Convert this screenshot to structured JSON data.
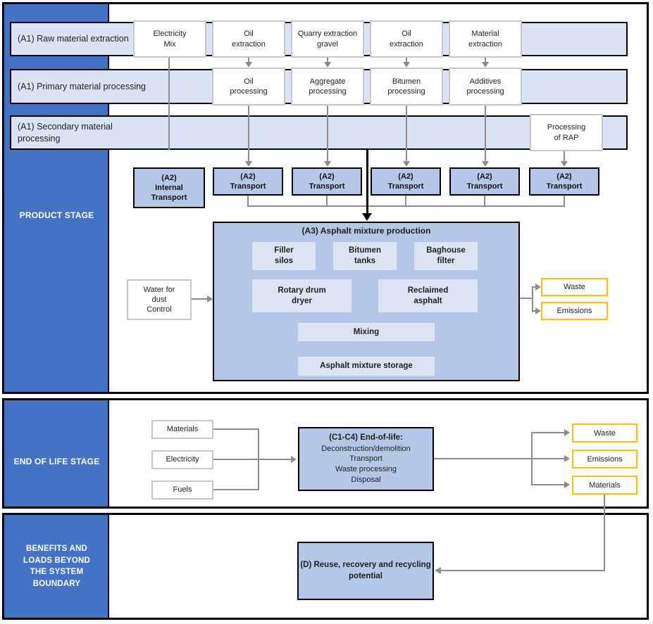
{
  "theme": {
    "sidebar_blue": "#4472C4",
    "band_light_blue": "#DAE3F3",
    "process_box_blue": "#B4C7E7",
    "inner_unit_blue": "#DCE4F4",
    "output_border_yellow": "#FFC000",
    "connector_gray": "#8c8c8c",
    "border_black": "#000000"
  },
  "product": {
    "sidebar_label": "PRODUCT STAGE",
    "rows": [
      {
        "label": "(A1) Raw material extraction",
        "boxes": [
          "Electricity\nMix",
          "Oil\nextraction",
          "Quarry extraction\ngravel",
          "Oil\nextraction",
          "Material\nextraction"
        ]
      },
      {
        "label": "(A1) Primary material processing",
        "boxes": [
          "Oil\nprocessing",
          "Aggregate\nprocessing",
          "Bitumen\nprocessing",
          "Additives\nprocessing"
        ]
      },
      {
        "label": "(A1) Secondary material processing",
        "boxes": [
          "Processing\nof RAP"
        ]
      }
    ],
    "transport_boxes": [
      "(A2)\nInternal\nTransport",
      "(A2)\nTransport",
      "(A2)\nTransport",
      "(A2)\nTransport",
      "(A2)\nTransport",
      "(A2)\nTransport"
    ],
    "a3": {
      "title": "(A3) Asphalt mixture production",
      "units": [
        "Filler\nsilos",
        "Bitumen\ntanks",
        "Baghouse\nfilter",
        "Rotary drum\ndryer",
        "Reclaimed\nasphalt",
        "Mixing",
        "Asphalt mixture storage"
      ]
    },
    "water_box": "Water for\ndust\nControl",
    "outputs": [
      "Waste",
      "Emissions"
    ]
  },
  "end_of_life": {
    "sidebar_label": "END OF LIFE STAGE",
    "inputs": [
      "Materials",
      "Electricity",
      "Fuels"
    ],
    "c_box": {
      "title": "(C1-C4) End-of-life:",
      "body": "Deconstruction/demolition\nTransport\nWaste processing\nDisposal"
    },
    "outputs": [
      "Waste",
      "Emissions",
      "Materials"
    ]
  },
  "benefits": {
    "sidebar_label": "BENEFITS AND\nLOADS BEYOND\nTHE SYSTEM\nBOUNDARY",
    "d_box": "(D) Reuse, recovery and recycling\npotential"
  }
}
